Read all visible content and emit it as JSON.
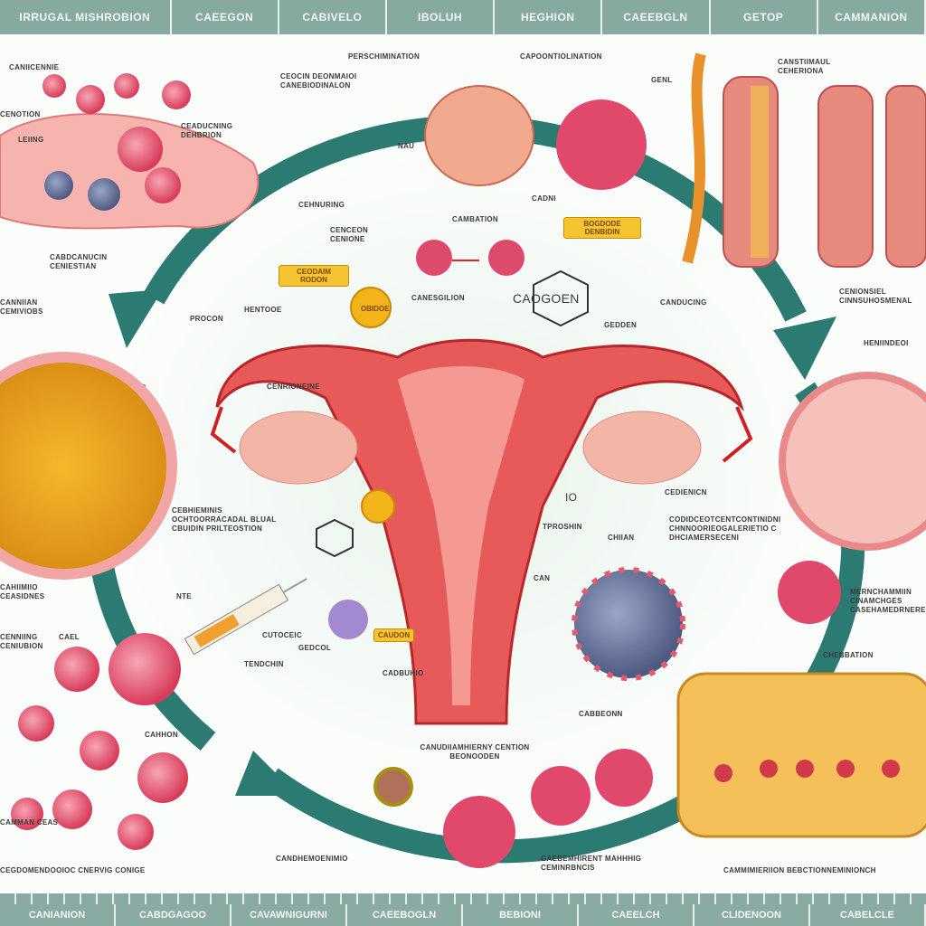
{
  "header": {
    "cells": [
      "IRRUGAL MISHROBION",
      "CAEEGON",
      "CABIVELO",
      "IBOLUH",
      "HEGHION",
      "CAEEBGLN",
      "GETOP",
      "CAMMANION"
    ]
  },
  "footer": {
    "cells": [
      "CANIANION",
      "CABDGAGOO",
      "CAVAWNIGURNI",
      "CAEEBOGLN",
      "BEBIONI",
      "CAEELCH",
      "CLIDENOON",
      "CABELCLE"
    ]
  },
  "labels": [
    "CANIICENNIE",
    "CENOTION",
    "LEIING",
    "CEADUCNING DEHBRION",
    "CABDCANUCIN CENIESTIAN",
    "PERSCHIMINATION",
    "CAPOONTIOLINATION",
    "CEOCIN DEONMAIOI CANEBIODINALON",
    "NAU",
    "CADNI",
    "CAMBATION",
    "CEHNURING",
    "CENCEON CENIONE",
    "CANESGILION",
    "HENTOOE",
    "PROCON",
    "GEDDEN",
    "CEDIENICN",
    "CANDUCING",
    "GENL",
    "CANSTIIMAUL CEHERIONA",
    "CENIONSIEL CINNSUHOSMENAL",
    "HENIINDEOI",
    "CAOGOEN",
    "CENRIONEINE",
    "CEBHIEMINIS OCHTOORRACADAL BLUAL CBUIDIN PRILTEOSTION",
    "CAHIIMIIO CEASIDNES",
    "NTE",
    "CUTOCEIC",
    "GEDCOL",
    "TENDCHIN",
    "CADBUHIO",
    "CAHHON",
    "CANUDIIAMHIERNY CENTION BEONOODEN",
    "CANDHEMOENIMIO",
    "IO",
    "TPROSHIN",
    "CHIIAN",
    "CODIDCEOTCENTCONTINIDNI CHNNOORIEOGALERIETIO C DHCIAMERSECENI",
    "CAN",
    "CABBEONN",
    "GAEBEMHIRENT MAHHHIG CEMINRBNCIS",
    "CHEBBATION",
    "MERNCHAMMIIN CINAMCHGES CASEHAMEDRNERE",
    "CAMMIMIERIION BEBCTIONNEMINIONCH",
    "CEGDOMENDOOIOC CNERVIG CONIGE",
    "CAMMAN CEAS",
    "CENNIING CENIUBION",
    "CAEL",
    "CANNIIAN CEMIVIOBS"
  ],
  "tags": [
    "CEODAIM RODON",
    "BOGDODE DENBIDIN",
    "OBIDOE",
    "CAUDON"
  ],
  "colors": {
    "arrow": "#2b7b72",
    "uterus": "#e04848",
    "bar": "#86aaa0",
    "tag": "#f6c431"
  }
}
